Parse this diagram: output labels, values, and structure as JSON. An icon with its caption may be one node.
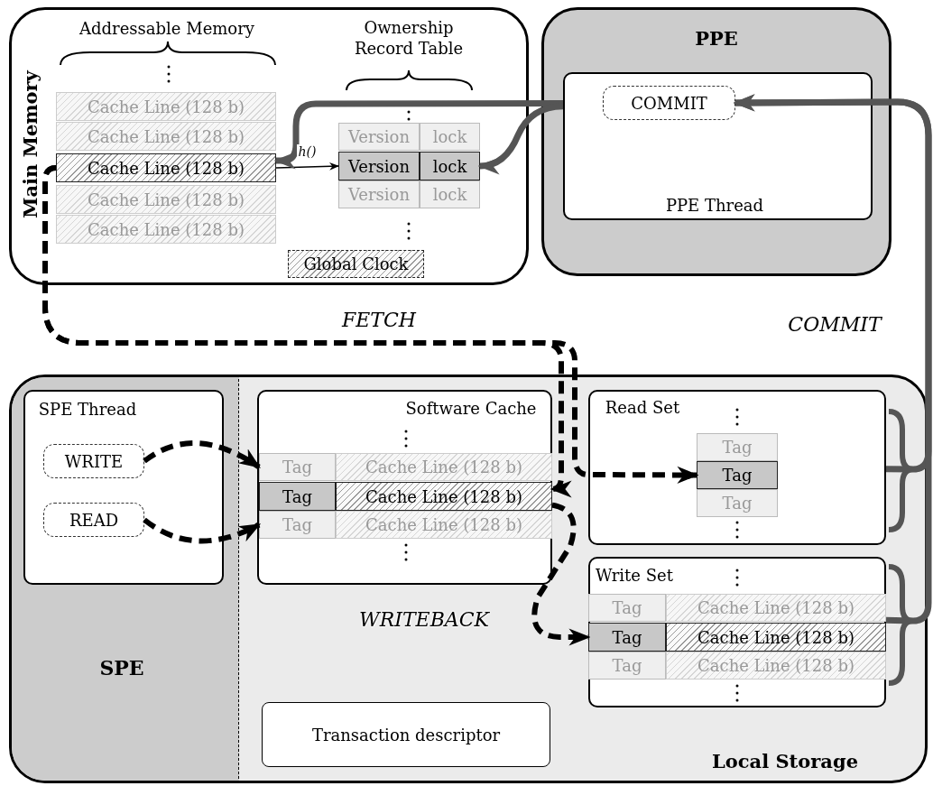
{
  "diagram": {
    "nodes": [
      {
        "text": [
          "Main Memory"
        ]
      },
      {
        "text": [
          "Cache Line (128 b)"
        ],
        "in": 0
      },
      {
        "text": [
          "Cache Line (128 b)"
        ],
        "in": 0
      },
      {
        "text": [
          "Cache Line (128 b)"
        ],
        "in": 0
      },
      {
        "text": [
          "Cache Line (128 b)"
        ],
        "in": 0
      },
      {
        "text": [
          "Cache Line (128 b)"
        ],
        "in": 0
      },
      {
        "text": [
          "Version"
        ],
        "in": 0
      },
      {
        "text": [
          "lock"
        ],
        "in": 0
      },
      {
        "text": [
          "Version"
        ],
        "in": 0
      },
      {
        "text": [
          "lock"
        ],
        "in": 0
      },
      {
        "text": [
          "Version"
        ],
        "in": 0
      },
      {
        "text": [
          "lock"
        ],
        "in": 0
      },
      {
        "text": [
          "Global Clock"
        ],
        "in": 0
      },
      {
        "text": [
          "PPE"
        ]
      },
      {
        "text": [
          "PPE Thread"
        ],
        "in": 13
      },
      {
        "text": [
          "COMMIT"
        ],
        "in": 14
      },
      {
        "text": [
          "Local Storage"
        ]
      },
      {
        "text": [
          "SPE"
        ],
        "in": 16
      },
      {
        "text": [
          "SPE Thread"
        ],
        "in": 17
      },
      {
        "text": [
          "WRITE"
        ],
        "in": 18
      },
      {
        "text": [
          "READ"
        ],
        "in": 18
      },
      {
        "text": [
          "Software Cache"
        ],
        "in": 16
      },
      {
        "text": [
          "Tag"
        ],
        "in": 21
      },
      {
        "text": [
          "Cache Line (128 b)"
        ],
        "in": 21
      },
      {
        "text": [
          "Tag"
        ],
        "in": 21
      },
      {
        "text": [
          "Cache Line (128 b)"
        ],
        "in": 21
      },
      {
        "text": [
          "Tag"
        ],
        "in": 21
      },
      {
        "text": [
          "Cache Line (128 b)"
        ],
        "in": 21
      },
      {
        "text": [
          "Read Set"
        ],
        "in": 16
      },
      {
        "text": [
          "Tag"
        ],
        "in": 28
      },
      {
        "text": [
          "Tag"
        ],
        "in": 28
      },
      {
        "text": [
          "Tag"
        ],
        "in": 28
      },
      {
        "text": [
          "Write Set"
        ],
        "in": 16
      },
      {
        "text": [
          "Tag"
        ],
        "in": 32
      },
      {
        "text": [
          "Cache Line (128 b)"
        ],
        "in": 32
      },
      {
        "text": [
          "Tag"
        ],
        "in": 32
      },
      {
        "text": [
          "Cache Line (128 b)"
        ],
        "in": 32
      },
      {
        "text": [
          "Tag"
        ],
        "in": 32
      },
      {
        "text": [
          "Cache Line (128 b)"
        ],
        "in": 32
      },
      {
        "text": [
          "Transaction descriptor"
        ],
        "in": 16
      }
    ],
    "edges": [
      {
        "from": 3,
        "to": 8,
        "arrow": "to",
        "label": "h()"
      },
      {
        "from": 3,
        "to": 25,
        "arrow": "to",
        "style": "dashed"
      },
      {
        "from": 3,
        "to": 30,
        "arrow": "to",
        "style": "dashed"
      },
      {
        "from": 19,
        "to": 22,
        "arrow": "to",
        "style": "dashed"
      },
      {
        "from": 20,
        "to": 26,
        "arrow": "to",
        "style": "dashed"
      },
      {
        "from": 25,
        "to": 35,
        "arrow": "to",
        "style": "dashed"
      },
      {
        "from": 28,
        "to": 15,
        "arrow": "to",
        "color": "#555555"
      },
      {
        "from": 32,
        "to": 15,
        "arrow": "to",
        "color": "#555555"
      },
      {
        "from": 14,
        "to": 3,
        "arrow": "to",
        "color": "#555555"
      },
      {
        "from": 14,
        "to": 9,
        "arrow": "to",
        "color": "#555555"
      }
    ],
    "labels": [
      "Addressable Memory",
      "Ownership Record Table",
      "FETCH",
      "COMMIT",
      "WRITEBACK"
    ]
  }
}
